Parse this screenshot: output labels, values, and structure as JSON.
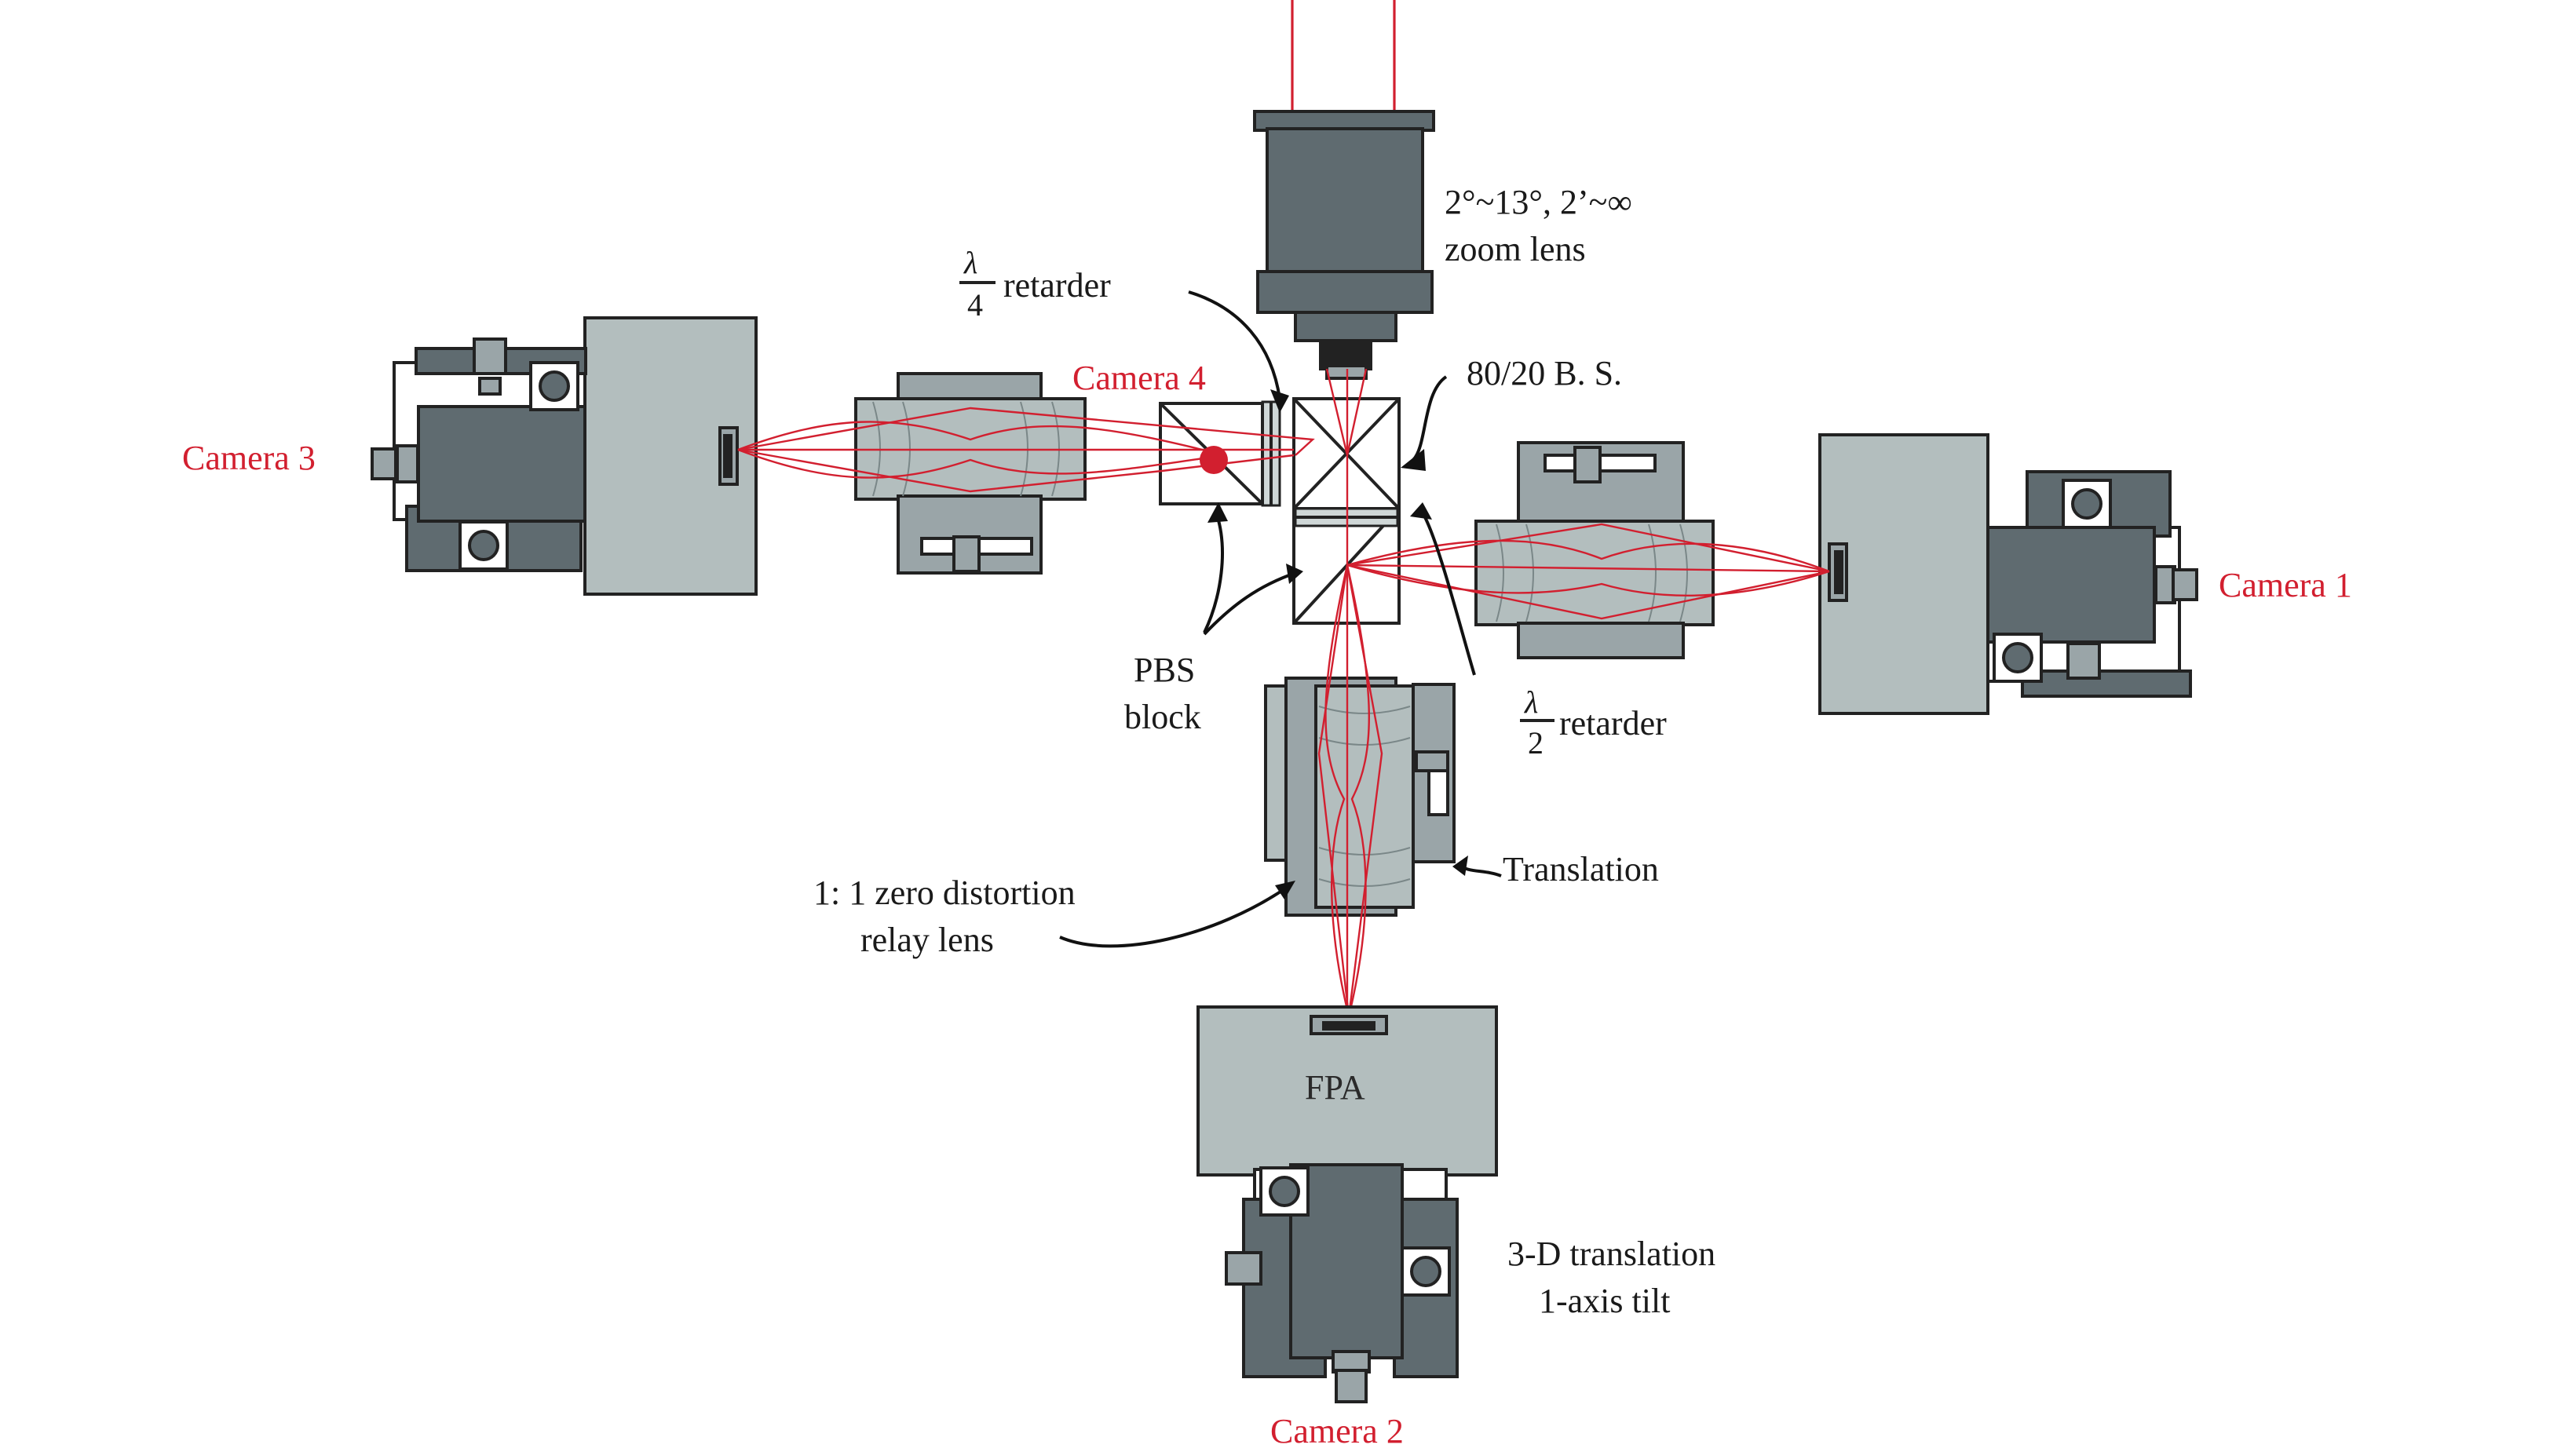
{
  "labels": {
    "camera_1": "Camera 1",
    "camera_2": "Camera 2",
    "camera_3": "Camera 3",
    "camera_4": "Camera 4",
    "zoom_spec": "2°~13°,   2’~∞",
    "zoom_lens": "zoom lens",
    "quarter_symbol": "λ",
    "quarter_denominator": "4",
    "quarter_retarder": "retarder",
    "half_symbol": "λ",
    "half_denominator": "2",
    "half_retarder": "retarder",
    "beam_splitter": "80/20 B. S.",
    "pbs_line1": "PBS",
    "pbs_line2": "block",
    "translation": "Translation",
    "relay_line1": "1: 1 zero distortion",
    "relay_line2": "relay lens",
    "fpa": "FPA",
    "stage_line1": "3-D translation",
    "stage_line2": "1-axis tilt"
  },
  "colors": {
    "beam": "#d21f2f",
    "label_red": "#d21f2f",
    "camera_body": "#5f6b70",
    "fpa_housing": "#b3bebe",
    "relay_housing": "#9aa5a8"
  }
}
